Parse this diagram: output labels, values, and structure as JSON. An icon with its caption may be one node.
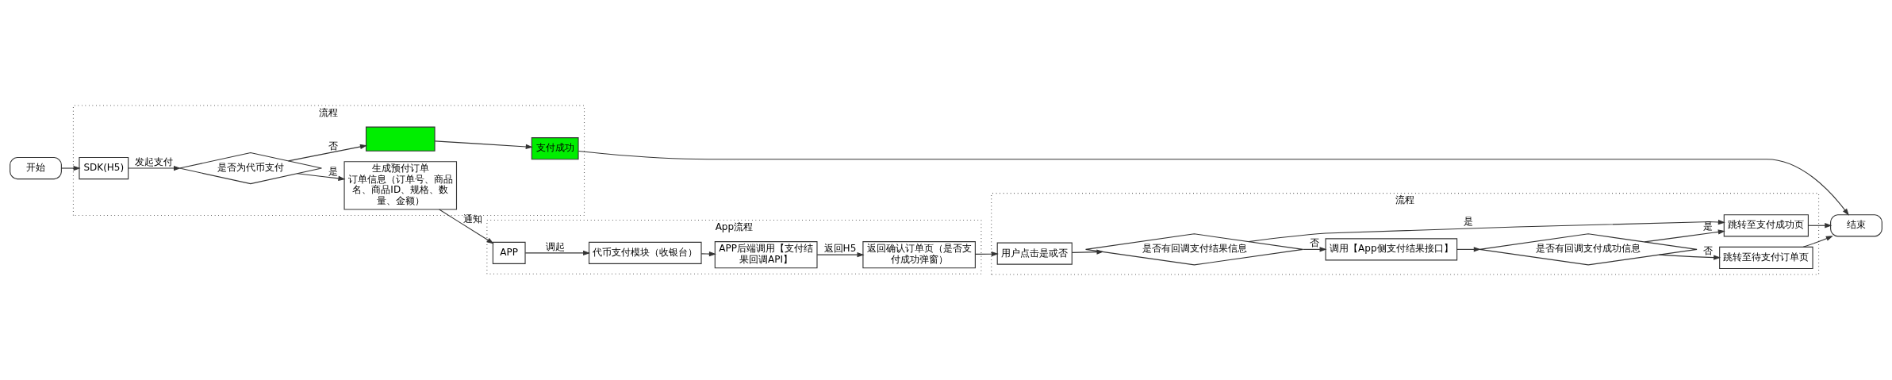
{
  "diagram": {
    "nodes": [
      {
        "text": [
          "开始"
        ]
      },
      {
        "text": [
          "流程"
        ]
      },
      {
        "text": [
          "SDK(H5)"
        ],
        "in": 1
      },
      {
        "text": [
          "是否为代币支付"
        ],
        "in": 1
      },
      {
        "text": [
          "生成预付订单",
          "订单信息（订单号、商品名、商品ID、规格、数量、金额）"
        ],
        "in": 1
      },
      {
        "text": [],
        "shape": "box",
        "in": 1
      },
      {
        "text": [
          "支付成功"
        ],
        "in": 1
      },
      {
        "text": [
          "App流程"
        ]
      },
      {
        "text": [
          "APP"
        ],
        "in": 7
      },
      {
        "text": [
          "代币支付模块（收银台）"
        ],
        "in": 7
      },
      {
        "text": [
          "APP后端调用【支付结果回调API】"
        ],
        "in": 7
      },
      {
        "text": [
          "返回确认订单页（是否支付成功弹窗）"
        ],
        "in": 7
      },
      {
        "text": [
          "流程"
        ]
      },
      {
        "text": [
          "用户点击是或否"
        ],
        "in": 12
      },
      {
        "text": [
          "是否有回调支付结果信息"
        ],
        "in": 12
      },
      {
        "text": [
          "调用【App侧支付结果接口】"
        ],
        "in": 12
      },
      {
        "text": [
          "是否有回调支付成功信息"
        ],
        "in": 12
      },
      {
        "text": [
          "跳转至支付成功页"
        ],
        "in": 12
      },
      {
        "text": [
          "跳转至待支付订单页"
        ],
        "in": 12
      },
      {
        "text": [
          "结束"
        ]
      }
    ],
    "edges": [
      {
        "from": 0,
        "to": 2,
        "arrow": "to"
      },
      {
        "from": 2,
        "to": 3,
        "arrow": "to",
        "label": "发起支付"
      },
      {
        "from": 3,
        "to": 4,
        "arrow": "to",
        "label": "是"
      },
      {
        "from": 3,
        "to": 5,
        "arrow": "to",
        "label": "否"
      },
      {
        "from": 5,
        "to": 6,
        "arrow": "to"
      },
      {
        "from": 6,
        "to": 19,
        "arrow": "to"
      },
      {
        "from": 4,
        "to": 8,
        "arrow": "to",
        "label": "通知"
      },
      {
        "from": 8,
        "to": 9,
        "arrow": "to",
        "label": "调起"
      },
      {
        "from": 9,
        "to": 10,
        "arrow": "to"
      },
      {
        "from": 10,
        "to": 11,
        "arrow": "to",
        "label": "返回H5"
      },
      {
        "from": 11,
        "to": 13,
        "arrow": "to"
      },
      {
        "from": 13,
        "to": 14,
        "arrow": "to"
      },
      {
        "from": 14,
        "to": 17,
        "arrow": "to",
        "label": "是"
      },
      {
        "from": 14,
        "to": 15,
        "arrow": "to",
        "label": "否"
      },
      {
        "from": 15,
        "to": 16,
        "arrow": "to"
      },
      {
        "from": 16,
        "to": 18,
        "arrow": "to",
        "label": "否"
      },
      {
        "from": 16,
        "to": 17,
        "arrow": "to",
        "label": "是"
      },
      {
        "from": 17,
        "to": 19,
        "arrow": "to"
      },
      {
        "from": 18,
        "to": 19,
        "arrow": "to"
      }
    ]
  }
}
